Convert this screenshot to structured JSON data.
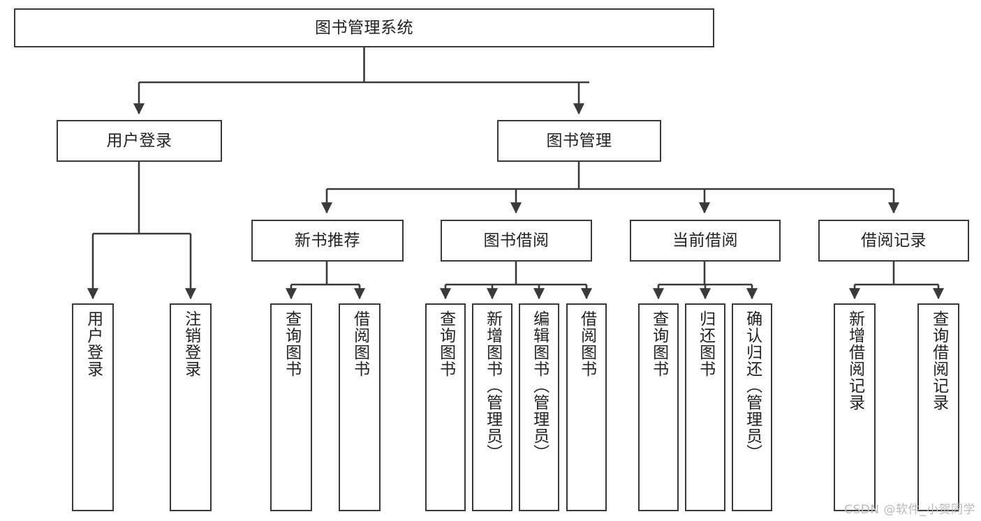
{
  "diagram": {
    "title": "图书管理系统",
    "watermark": "CSDN @软件_小贺同学",
    "colors": {
      "node_border": "#3a3a3a",
      "node_fill": "#ffffff",
      "edge": "#3a3a3a",
      "text": "#222222",
      "watermark": "#b9b9b9",
      "background": "#ffffff"
    },
    "nodes": {
      "root": {
        "label": "图书管理系统"
      },
      "level2": [
        {
          "id": "user-login",
          "label": "用户登录"
        },
        {
          "id": "book-manage",
          "label": "图书管理"
        }
      ],
      "level3": [
        {
          "id": "new-book-recommend",
          "label": "新书推荐"
        },
        {
          "id": "book-borrow",
          "label": "图书借阅"
        },
        {
          "id": "current-borrow",
          "label": "当前借阅"
        },
        {
          "id": "borrow-record",
          "label": "借阅记录"
        }
      ],
      "leaves": {
        "user-login": [
          {
            "id": "leaf-user-login",
            "label": "用户登录"
          },
          {
            "id": "leaf-user-logout",
            "label": "注销登录"
          }
        ],
        "new-book-recommend": [
          {
            "id": "leaf-query-book-1",
            "label": "查询图书"
          },
          {
            "id": "leaf-borrow-book-1",
            "label": "借阅图书"
          }
        ],
        "book-borrow": [
          {
            "id": "leaf-query-book-2",
            "label": "查询图书"
          },
          {
            "id": "leaf-add-book",
            "label": "新增图书（管理员）"
          },
          {
            "id": "leaf-edit-book",
            "label": "编辑图书（管理员）"
          },
          {
            "id": "leaf-borrow-book-2",
            "label": "借阅图书"
          }
        ],
        "current-borrow": [
          {
            "id": "leaf-query-book-3",
            "label": "查询图书"
          },
          {
            "id": "leaf-return-book",
            "label": "归还图书"
          },
          {
            "id": "leaf-confirm-return",
            "label": "确认归还（管理员）"
          }
        ],
        "borrow-record": [
          {
            "id": "leaf-add-record",
            "label": "新增借阅记录"
          },
          {
            "id": "leaf-query-record",
            "label": "查询借阅记录"
          }
        ]
      }
    }
  }
}
